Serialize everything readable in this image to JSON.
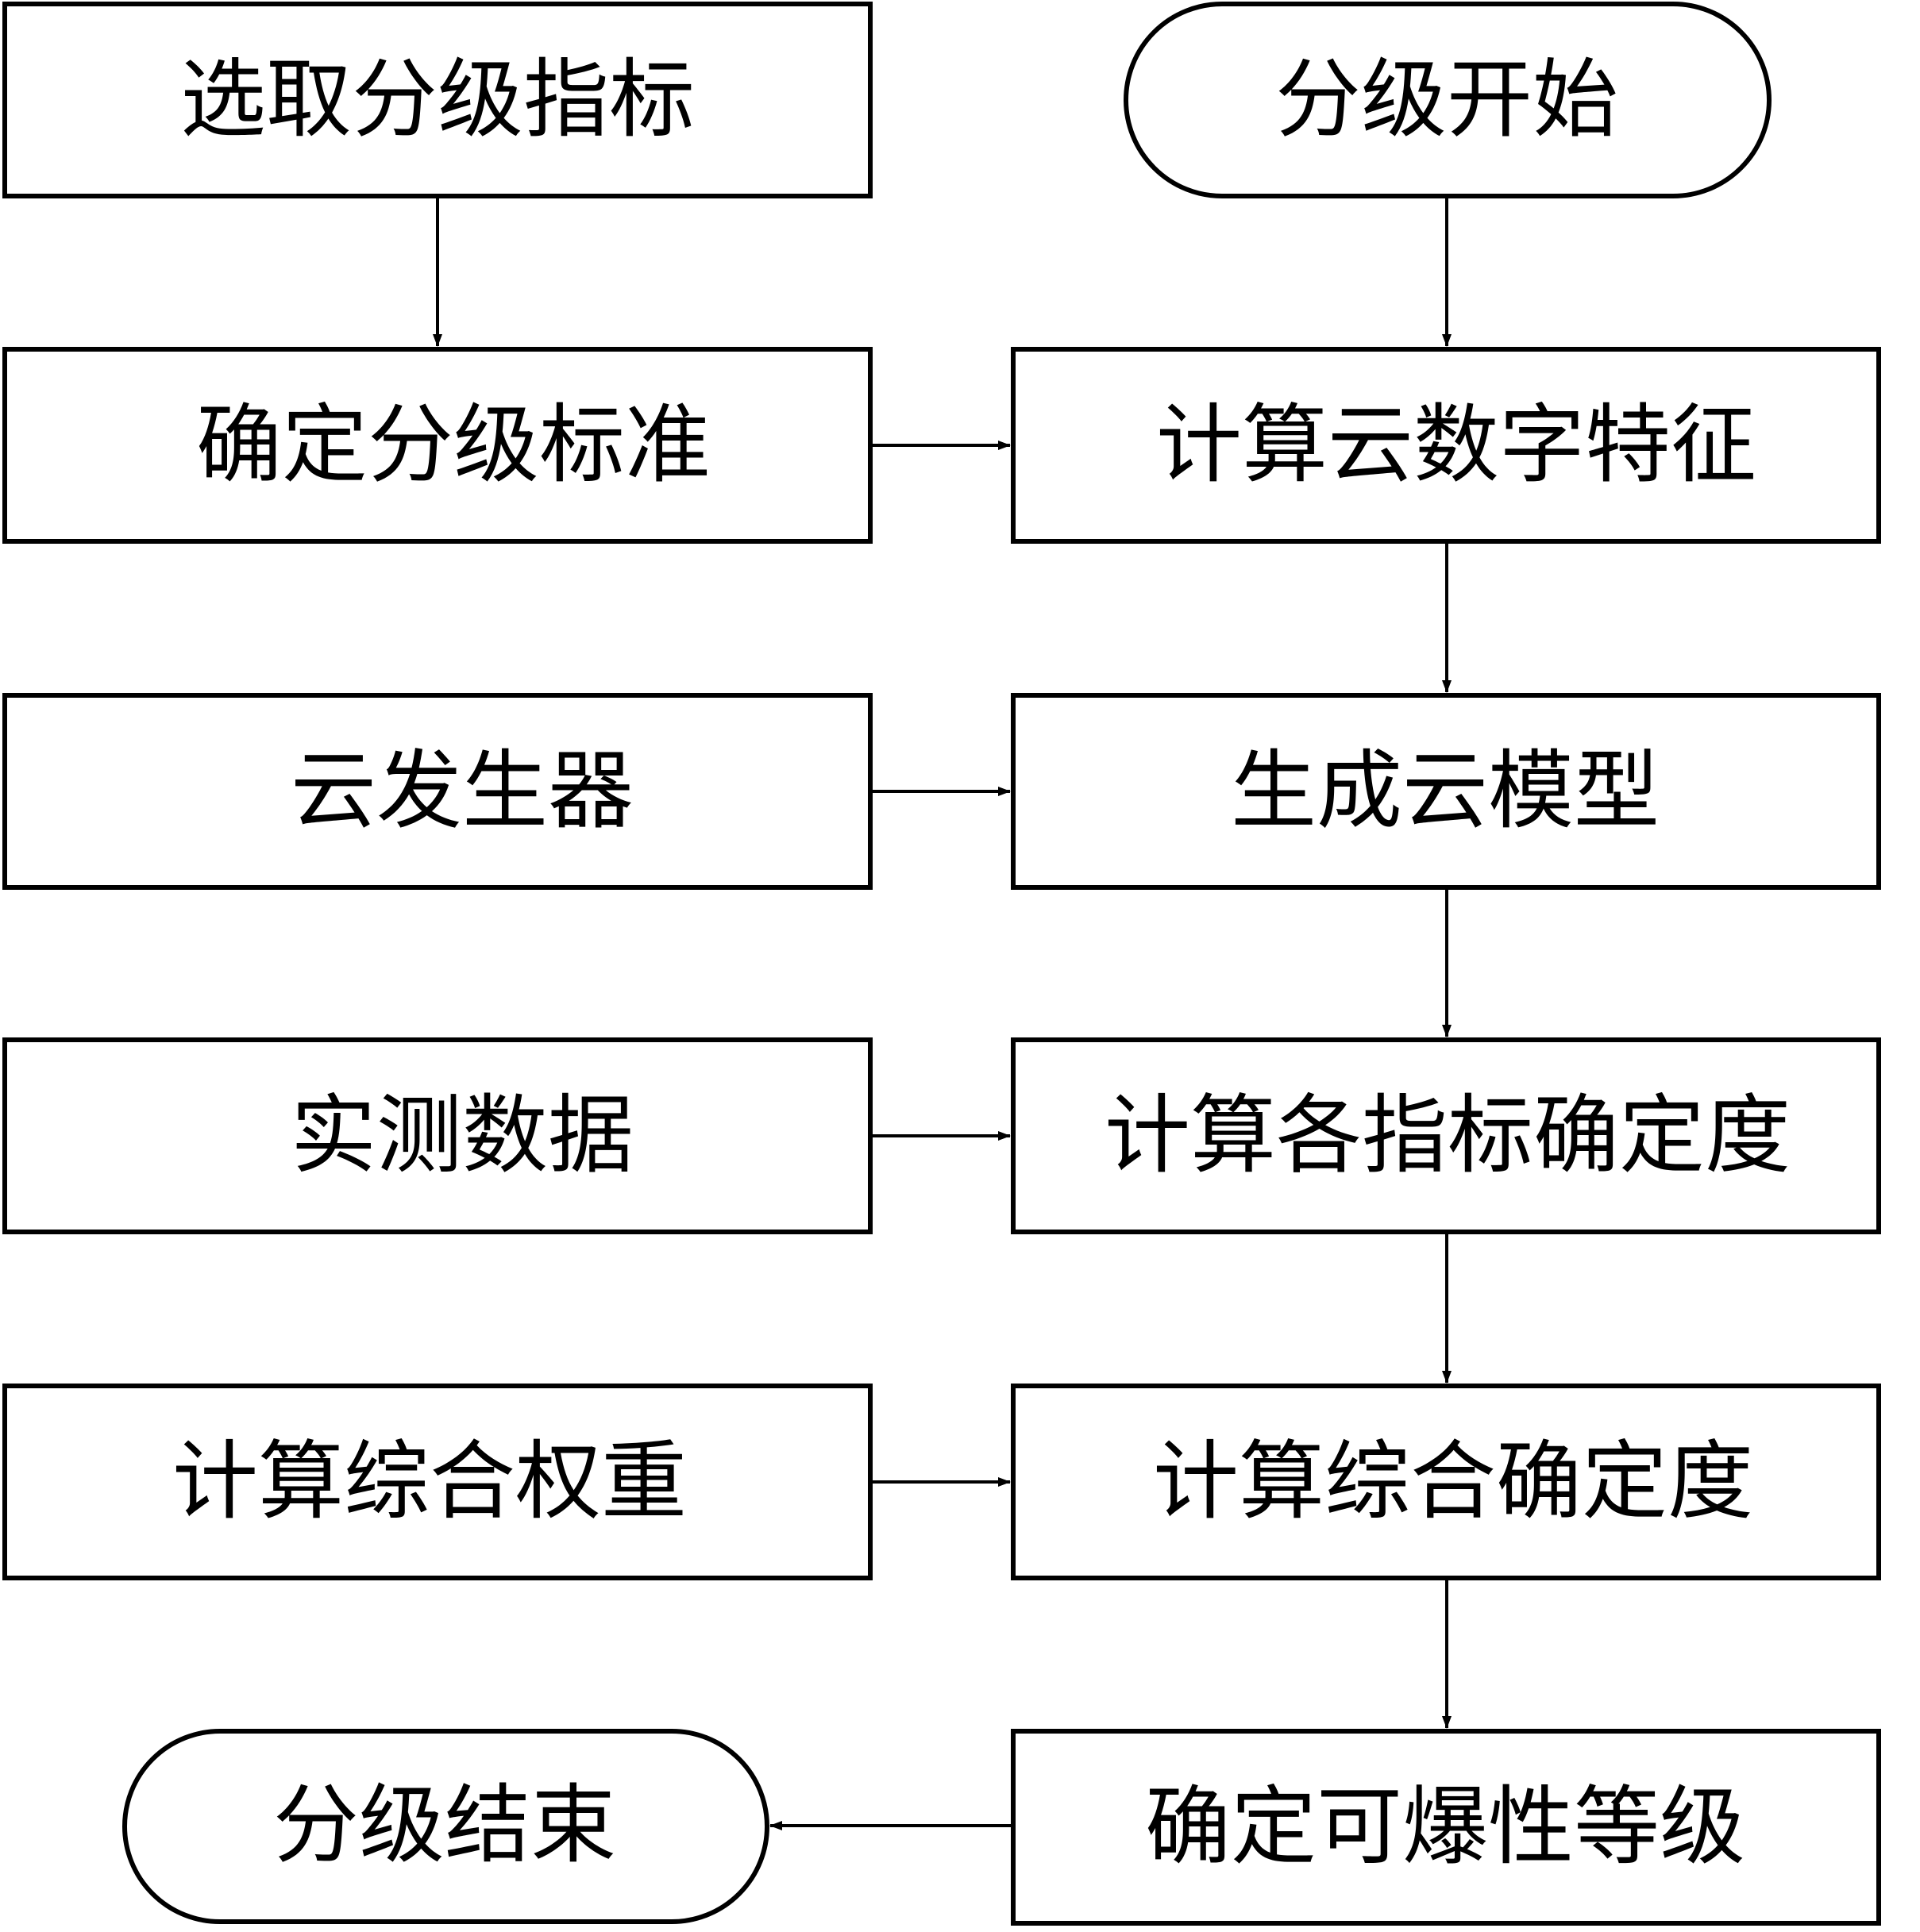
{
  "colors": {
    "stroke": "#000000",
    "background": "#ffffff",
    "text": "#000000"
  },
  "nodes": {
    "select_indicators": "选取分级指标",
    "define_standard": "确定分级标准",
    "cloud_generator": "云发生器",
    "measured_data": "实测数据",
    "compute_weight": "计算综合权重",
    "end": "分级结束",
    "start": "分级开始",
    "cloud_digital_features": "计算云数字特征",
    "generate_cloud_model": "生成云模型",
    "indicator_certainty": "计算各指标确定度",
    "composite_certainty": "计算综合确定度",
    "explosibility_grade": "确定可爆性等级"
  }
}
